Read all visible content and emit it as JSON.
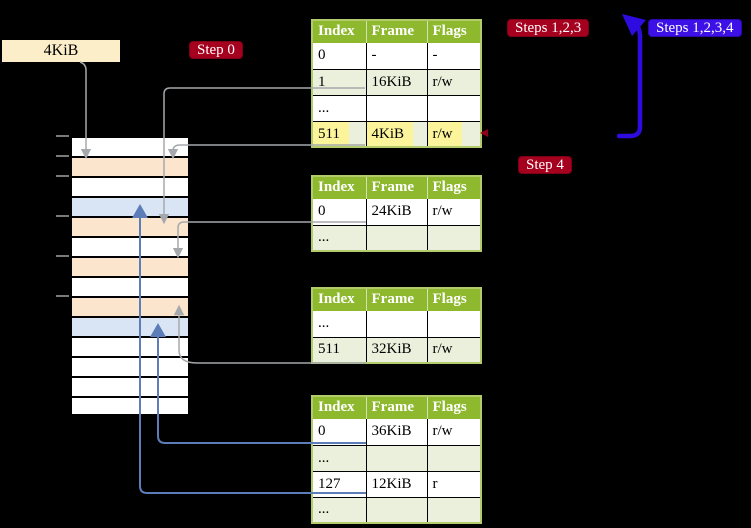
{
  "frame_size_label": {
    "text": "4KiB"
  },
  "badges": {
    "step0": {
      "text": "Step 0",
      "color": "#A6001F"
    },
    "steps123": {
      "text": "Steps 1,2,3",
      "color": "#A6001F"
    },
    "steps1234": {
      "text": "Steps 1,2,3,4",
      "color": "#3C10E6"
    },
    "step4": {
      "text": "Step 4",
      "color": "#A6001F"
    }
  },
  "memory": {
    "rows": [
      {
        "color": "white"
      },
      {
        "color": "orange"
      },
      {
        "color": "white"
      },
      {
        "color": "blue"
      },
      {
        "color": "orange"
      },
      {
        "color": "white"
      },
      {
        "color": "orange"
      },
      {
        "color": "white"
      },
      {
        "color": "orange"
      },
      {
        "color": "blue"
      },
      {
        "color": "white"
      },
      {
        "color": "white"
      },
      {
        "color": "white"
      },
      {
        "color": "white"
      }
    ]
  },
  "tables": [
    {
      "name": "level-2-page-table",
      "headers": [
        "Index",
        "Frame",
        "Flags"
      ],
      "rows": [
        {
          "index": "0",
          "frame": "-",
          "flags": "-"
        },
        {
          "index": "1",
          "frame": "16KiB",
          "flags": "r/w"
        },
        {
          "index": "...",
          "frame": "",
          "flags": ""
        },
        {
          "index": "511",
          "frame": "4KiB",
          "flags": "r/w"
        }
      ]
    },
    {
      "name": "level-1-page-table-a",
      "headers": [
        "Index",
        "Frame",
        "Flags"
      ],
      "rows": [
        {
          "index": "0",
          "frame": "24KiB",
          "flags": "r/w"
        },
        {
          "index": "...",
          "frame": "",
          "flags": ""
        }
      ]
    },
    {
      "name": "level-1-page-table-b",
      "headers": [
        "Index",
        "Frame",
        "Flags"
      ],
      "rows": [
        {
          "index": "...",
          "frame": "",
          "flags": ""
        },
        {
          "index": "511",
          "frame": "32KiB",
          "flags": "r/w"
        }
      ]
    },
    {
      "name": "level-1-page-table-c",
      "headers": [
        "Index",
        "Frame",
        "Flags"
      ],
      "rows": [
        {
          "index": "0",
          "frame": "36KiB",
          "flags": "r/w"
        },
        {
          "index": "...",
          "frame": "",
          "flags": ""
        },
        {
          "index": "127",
          "frame": "12KiB",
          "flags": "r"
        },
        {
          "index": "...",
          "frame": "",
          "flags": ""
        }
      ]
    }
  ],
  "colors": {
    "background": "#000000",
    "badge_red": "#A6001F",
    "badge_blue": "#3C10E6",
    "table_header_green": "#8EB92E",
    "table_row_green": "#EAF0DB",
    "table_border_green": "#B3CB6A",
    "highlight_yellow": "#FBF49B",
    "frame_orange": "#FCE5CD",
    "frame_blue": "#D9E5F5",
    "frame_white": "#FFFFFF",
    "frame_size_box": "#FBEEC9",
    "arrow_gray": "#A5A9AD",
    "arrow_blue": "#5C7DB8",
    "big_arrow_blue": "#2E0CE0",
    "red_tip": "#8E0019"
  }
}
